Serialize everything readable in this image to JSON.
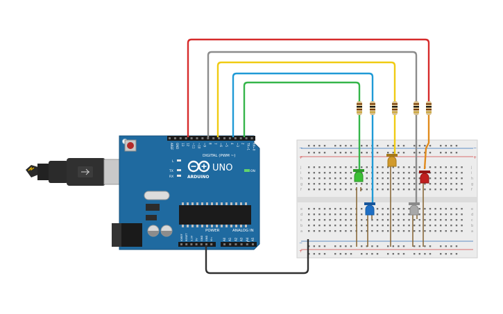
{
  "board": {
    "brand": "ARDUINO",
    "model": "UNO",
    "digital_label": "DIGITAL (PWM ~)",
    "power_label": "POWER",
    "analog_label": "ANALOG IN",
    "on_label": "ON",
    "l_label": "L",
    "tx_label": "TX",
    "rx_label": "RX",
    "digital_pins": [
      "AREF",
      "GND",
      "13",
      "12",
      "~11",
      "~10",
      "~9",
      "8",
      "7",
      "~6",
      "~5",
      "4",
      "~3",
      "2",
      "TX→1",
      "RX←0"
    ],
    "power_pins": [
      "IOREF",
      "RESET",
      "3.3V",
      "5V",
      "GND",
      "GND",
      "Vin"
    ],
    "analog_pins": [
      "A0",
      "A1",
      "A2",
      "A3",
      "A4",
      "A5"
    ]
  },
  "breadboard": {
    "row_letters_top": [
      "j",
      "i",
      "h",
      "g",
      "f"
    ],
    "row_letters_bottom": [
      "e",
      "d",
      "c",
      "b",
      "a"
    ],
    "column_count": 30
  },
  "components": {
    "leds": [
      {
        "name": "green",
        "color": "#3bbf35"
      },
      {
        "name": "blue",
        "color": "#1f6fc4"
      },
      {
        "name": "yellow",
        "color": "#d19a2c"
      },
      {
        "name": "white",
        "color": "#a8a8a8"
      },
      {
        "name": "red",
        "color": "#c01f1f"
      }
    ],
    "resistor_count": 5
  },
  "wires": {
    "red": "#d62b2b",
    "gray": "#8c8c8c",
    "yellow": "#f0cb12",
    "blue": "#1f9ad6",
    "green": "#35b54a",
    "ground": "#2f2f2f"
  }
}
